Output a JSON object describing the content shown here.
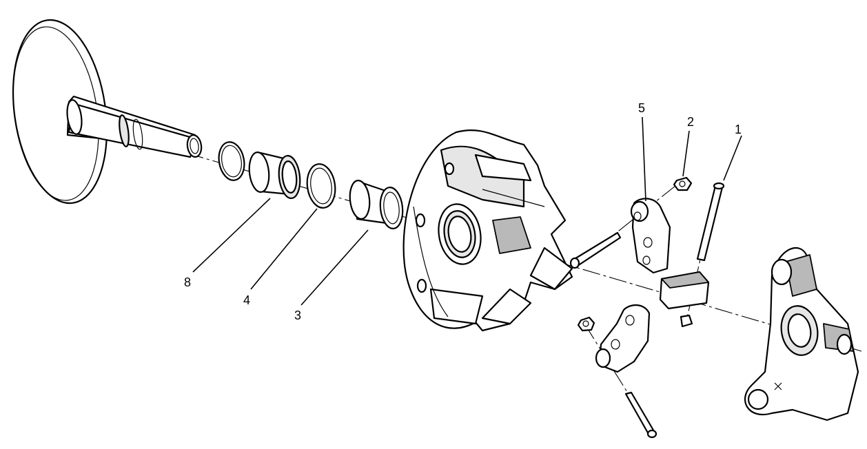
{
  "callouts": [
    {
      "id": "1",
      "label": "1"
    },
    {
      "id": "2",
      "label": "2"
    },
    {
      "id": "3",
      "label": "3"
    },
    {
      "id": "4",
      "label": "4"
    },
    {
      "id": "5",
      "label": "5"
    },
    {
      "id": "8",
      "label": "8"
    }
  ]
}
